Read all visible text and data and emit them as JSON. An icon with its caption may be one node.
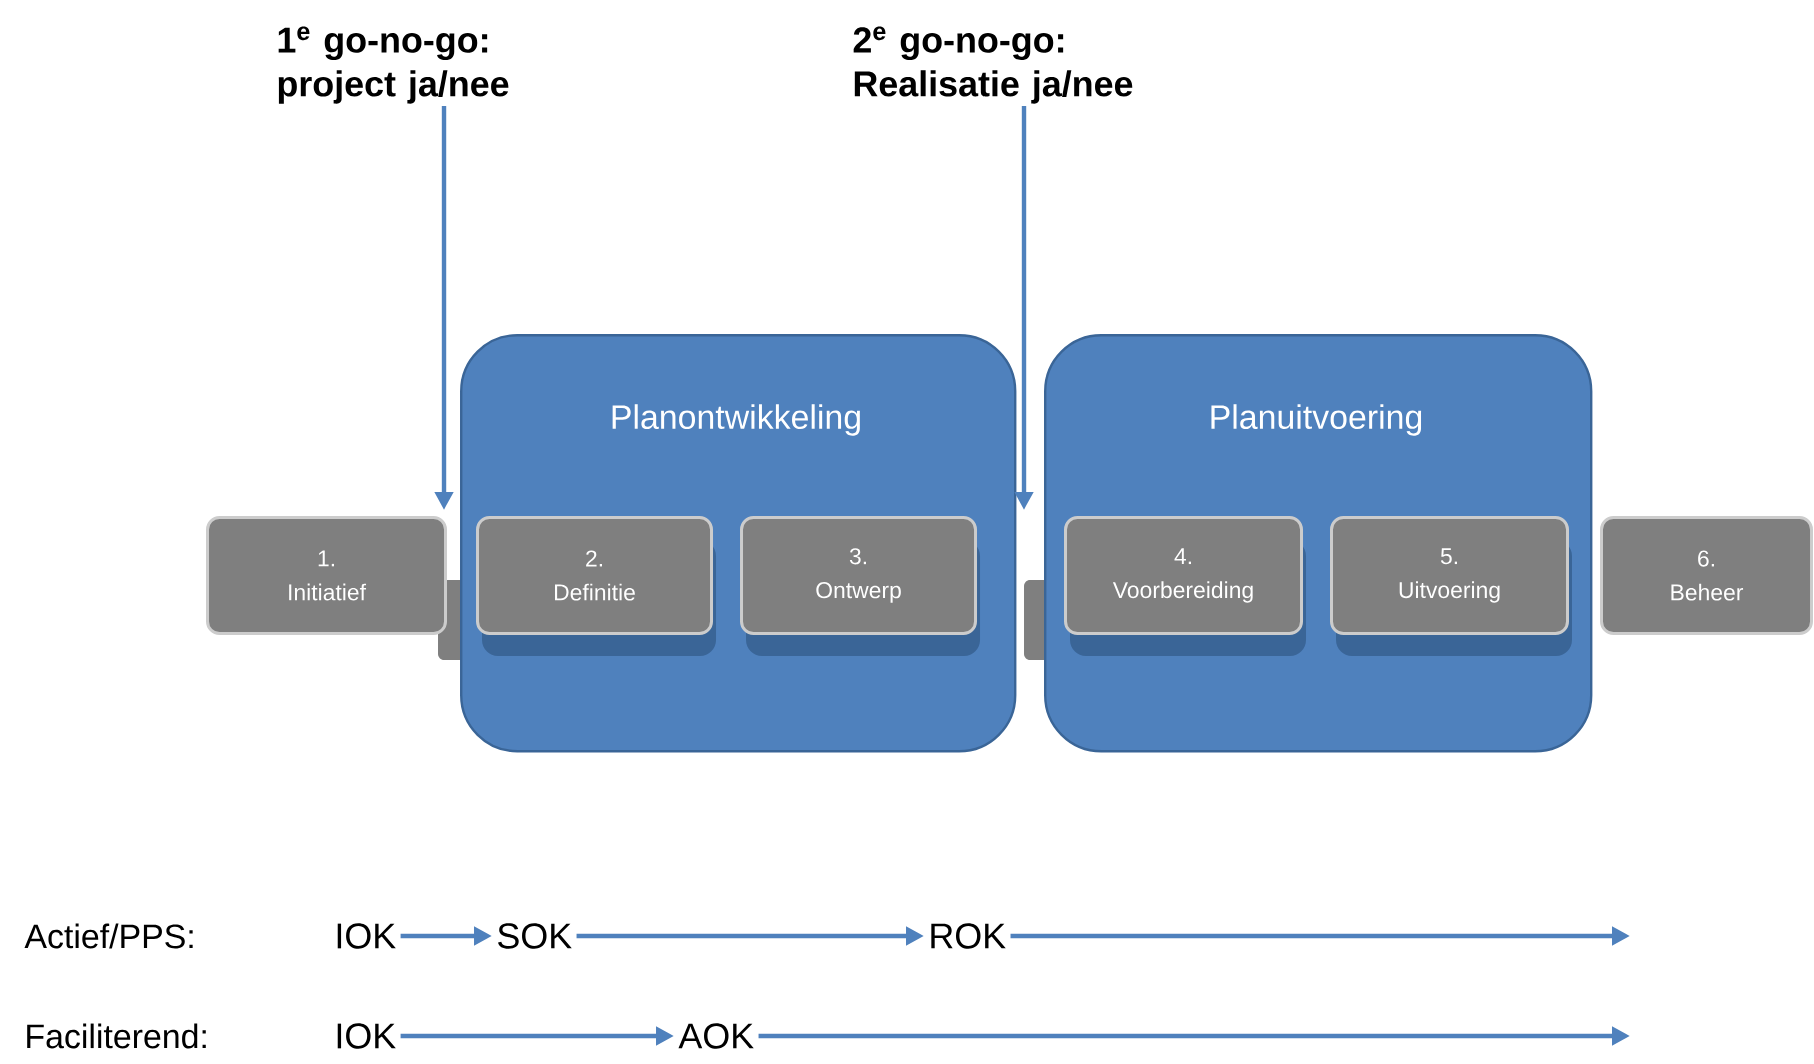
{
  "diagram": {
    "nodes": [
      {
        "text": [
          "1$^{e}$ go-no-go: project ja/nee"
        ]
      },
      {
        "text": [
          "2$^{e}$ go-no-go: Realisatie ja/nee"
        ]
      },
      {
        "text": [
          "1.",
          "Initiatief"
        ]
      },
      {
        "text": [
          "Planontwikkeling"
        ]
      },
      {
        "text": [
          "2.",
          "Definitie"
        ],
        "in": 3
      },
      {
        "text": [
          "3.",
          "Ontwerp"
        ],
        "in": 3
      },
      {
        "text": [
          "Planuitvoering"
        ]
      },
      {
        "text": [
          "4.",
          "Voorbereiding"
        ],
        "in": 6
      },
      {
        "text": [
          "5.",
          "Uitvoering"
        ],
        "in": 6
      },
      {
        "text": [
          "6.",
          "Beheer"
        ]
      },
      {
        "text": [
          "IOK"
        ]
      },
      {
        "text": [
          "SOK"
        ]
      },
      {
        "text": [
          "ROK"
        ]
      },
      {
        "text": [
          "IOK"
        ]
      },
      {
        "text": [
          "AOK"
        ]
      }
    ],
    "edges": [
      {
        "from": 0,
        "to": 3,
        "arrow": "to"
      },
      {
        "from": 1,
        "to": 6,
        "arrow": "to"
      },
      {
        "from": 10,
        "to": 11,
        "arrow": "to"
      },
      {
        "from": 11,
        "to": 12,
        "arrow": "to"
      },
      {
        "from": 12,
        "to": null,
        "arrow": "to"
      },
      {
        "from": 13,
        "to": 14,
        "arrow": "to"
      },
      {
        "from": 14,
        "to": null,
        "arrow": "to"
      }
    ],
    "labels": [
      "Actief/PPS:",
      "Faciliterend:"
    ]
  }
}
